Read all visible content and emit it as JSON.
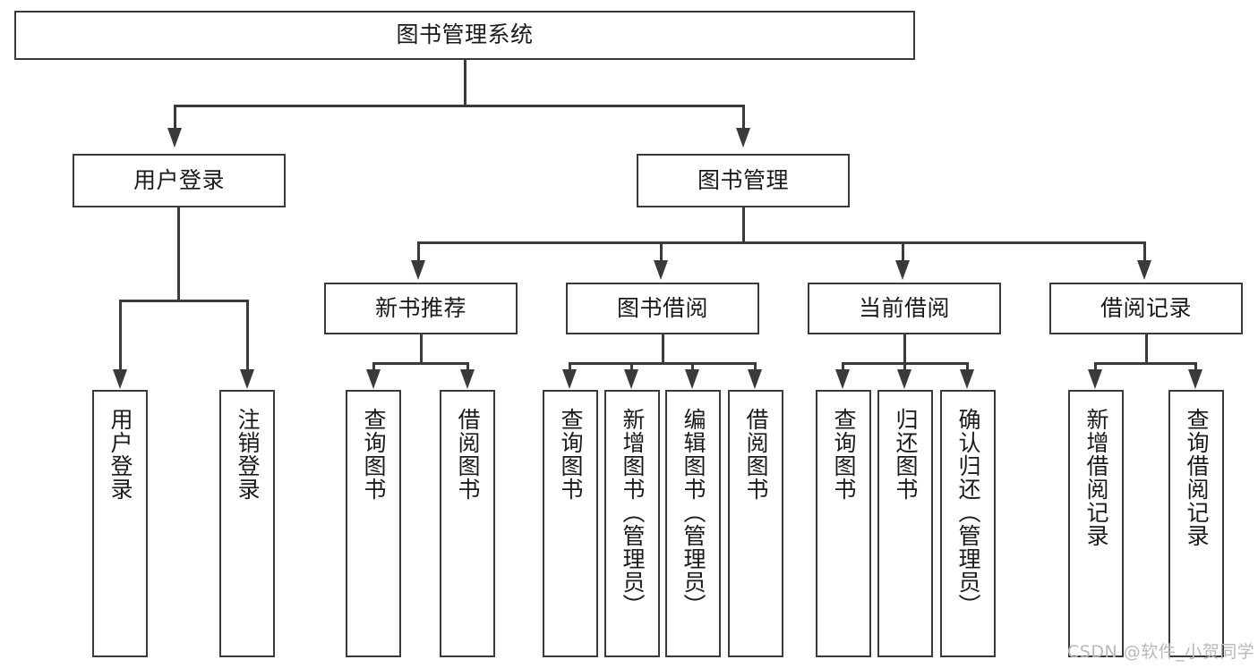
{
  "diagram": {
    "type": "tree-hierarchy-diagram",
    "title": "图书管理系统",
    "colors": {
      "stroke": "#3a3a3a",
      "fill": "#ffffff",
      "text": "#1a1a1a",
      "watermark": "#b9b9b9"
    },
    "watermark": "CSDN @软件_小贺同学",
    "nodes": {
      "root": {
        "label": "图书管理系统",
        "level": 1
      },
      "level2": [
        {
          "id": "user-login",
          "label": "用户登录"
        },
        {
          "id": "book-manage",
          "label": "图书管理"
        }
      ],
      "level3": [
        {
          "id": "new-book-recommend",
          "label": "新书推荐"
        },
        {
          "id": "book-borrow",
          "label": "图书借阅"
        },
        {
          "id": "current-borrow",
          "label": "当前借阅"
        },
        {
          "id": "borrow-record",
          "label": "借阅记录"
        }
      ],
      "leaves": {
        "user-login": [
          {
            "id": "leaf-user-login",
            "label": "用户登录"
          },
          {
            "id": "leaf-logout-login",
            "label": "注销登录"
          }
        ],
        "new-book-recommend": [
          {
            "id": "leaf-query-book-1",
            "label": "查询图书"
          },
          {
            "id": "leaf-borrow-book-1",
            "label": "借阅图书"
          }
        ],
        "book-borrow": [
          {
            "id": "leaf-query-book-2",
            "label": "查询图书"
          },
          {
            "id": "leaf-add-book",
            "label": "新增图书（管理员）"
          },
          {
            "id": "leaf-edit-book",
            "label": "编辑图书（管理员）"
          },
          {
            "id": "leaf-borrow-book-2",
            "label": "借阅图书"
          }
        ],
        "current-borrow": [
          {
            "id": "leaf-query-book-3",
            "label": "查询图书"
          },
          {
            "id": "leaf-return-book",
            "label": "归还图书"
          },
          {
            "id": "leaf-confirm-return",
            "label": "确认归还（管理员）"
          }
        ],
        "borrow-record": [
          {
            "id": "leaf-add-record",
            "label": "新增借阅记录"
          },
          {
            "id": "leaf-query-record",
            "label": "查询借阅记录"
          }
        ]
      }
    }
  }
}
